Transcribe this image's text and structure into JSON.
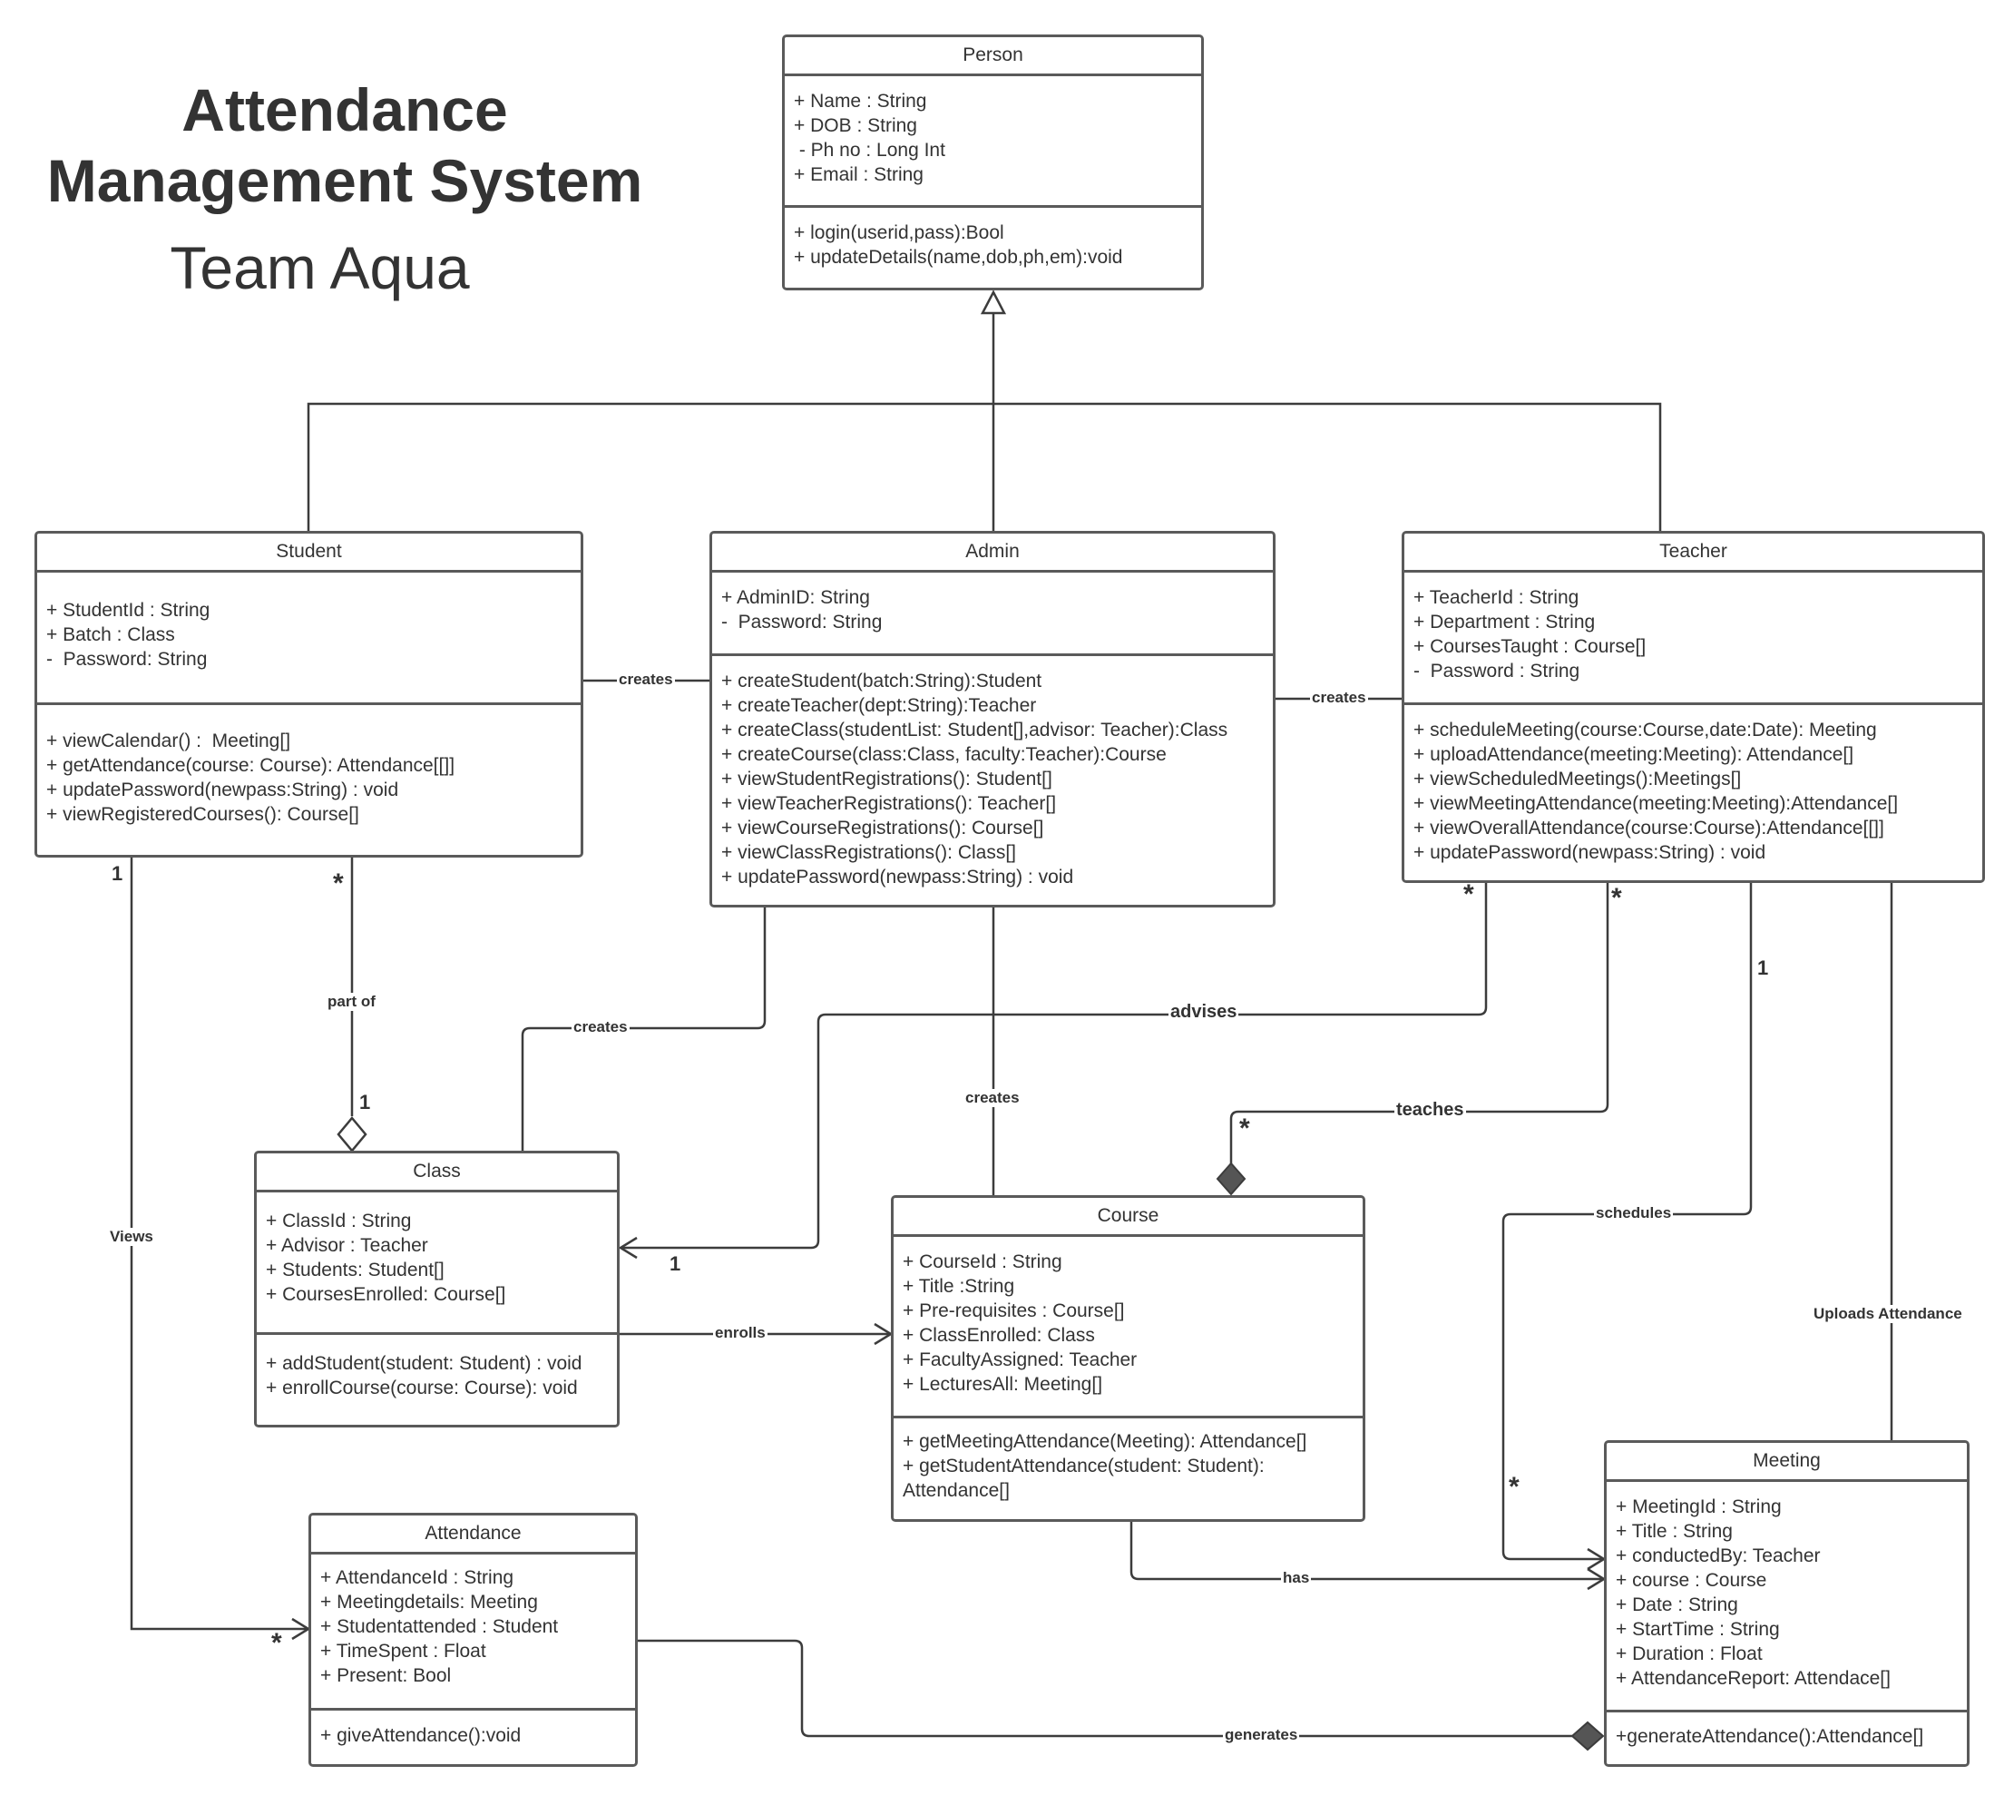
{
  "title": {
    "line1": "Attendance",
    "line2": "Management System",
    "subtitle": "Team Aqua"
  },
  "classes": {
    "person": {
      "name": "Person",
      "attributes": [
        "+ Name :  String",
        "+ DOB : String",
        " - Ph no : Long Int",
        "+ Email : String"
      ],
      "methods": [
        "+ login(userid,pass):Bool",
        "+ updateDetails(name,dob,ph,em):void"
      ]
    },
    "student": {
      "name": "Student",
      "attributes": [
        "+ StudentId : String",
        "+ Batch : Class",
        "-  Password: String"
      ],
      "methods": [
        "+ viewCalendar() :  Meeting[]",
        "+ getAttendance(course: Course): Attendance[[]]",
        "+ updatePassword(newpass:String) : void",
        "+ viewRegisteredCourses(): Course[]"
      ]
    },
    "admin": {
      "name": "Admin",
      "attributes": [
        "+ AdminID: String",
        "-  Password: String"
      ],
      "methods": [
        "+ createStudent(batch:String):Student",
        "+ createTeacher(dept:String):Teacher",
        "+ createClass(studentList: Student[],advisor: Teacher):Class",
        "+ createCourse(class:Class, faculty:Teacher):Course",
        "+ viewStudentRegistrations(): Student[]",
        "+ viewTeacherRegistrations(): Teacher[]",
        "+ viewCourseRegistrations(): Course[]",
        "+ viewClassRegistrations(): Class[]",
        "+ updatePassword(newpass:String) : void"
      ]
    },
    "teacher": {
      "name": "Teacher",
      "attributes": [
        "+ TeacherId : String",
        "+ Department : String",
        "+ CoursesTaught : Course[]",
        "-  Password : String"
      ],
      "methods": [
        "+ scheduleMeeting(course:Course,date:Date): Meeting",
        "+ uploadAttendance(meeting:Meeting): Attendance[]",
        "+ viewScheduledMeetings():Meetings[]",
        "+ viewMeetingAttendance(meeting:Meeting):Attendance[]",
        "+ viewOverallAttendance(course:Course):Attendance[[]]",
        "+ updatePassword(newpass:String) : void"
      ]
    },
    "class": {
      "name": "Class",
      "attributes": [
        "+ ClassId : String",
        "+ Advisor : Teacher",
        "+ Students: Student[]",
        "+ CoursesEnrolled: Course[]"
      ],
      "methods": [
        "+ addStudent(student: Student) : void",
        "+ enrollCourse(course: Course): void"
      ]
    },
    "course": {
      "name": "Course",
      "attributes": [
        "+ CourseId : String",
        "+ Title :String",
        "+ Pre-requisites : Course[]",
        "+ ClassEnrolled: Class",
        "+ FacultyAssigned: Teacher",
        "+ LecturesAll: Meeting[]"
      ],
      "methods": [
        "+ getMeetingAttendance(Meeting): Attendance[]",
        "+ getStudentAttendance(student: Student):",
        "Attendance[]"
      ]
    },
    "attendance": {
      "name": "Attendance",
      "attributes": [
        "+ AttendanceId : String",
        "+ Meetingdetails: Meeting",
        "+ Studentattended : Student",
        "+ TimeSpent : Float",
        "+ Present: Bool"
      ],
      "methods": [
        "+ giveAttendance():void"
      ]
    },
    "meeting": {
      "name": "Meeting",
      "attributes": [
        "+ MeetingId : String",
        "+ Title : String",
        "+ conductedBy: Teacher",
        "+ course : Course",
        "+ Date : String",
        "+ StartTime : String",
        "+ Duration : Float",
        "+ AttendanceReport: Attendace[]"
      ],
      "methods": [
        "+generateAttendance():Attendance[]"
      ]
    }
  },
  "relations": {
    "admin_student": "creates",
    "admin_teacher": "creates",
    "student_class": "part of",
    "admin_class": "creates",
    "teacher_class": "advises",
    "admin_course": "creates",
    "teacher_course": "teaches",
    "teacher_meeting_schedule": "schedules",
    "teacher_meeting_upload": "Uploads Attendance",
    "class_course": "enrolls",
    "student_attendance": "Views",
    "course_meeting": "has",
    "attendance_meeting": "generates"
  },
  "multiplicities": {
    "student_views": "1",
    "student_part_of": "*",
    "class_part_of": "1",
    "teacher_advises": "*",
    "teacher_teaches": "*",
    "course_teaches": "*",
    "class_advises": "1",
    "teacher_schedules": "1",
    "meeting_schedules": "*",
    "attendance_views": "*"
  }
}
